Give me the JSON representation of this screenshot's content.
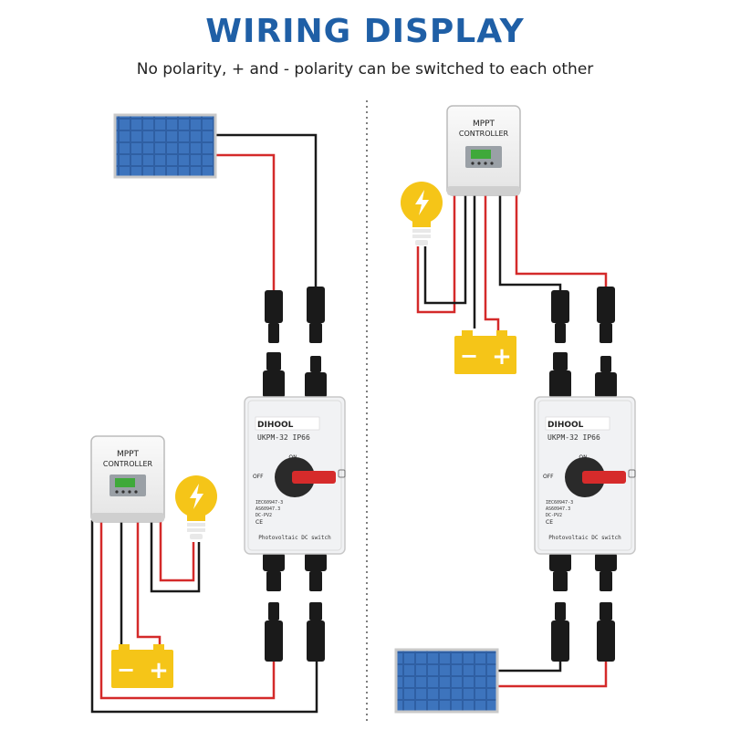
{
  "header": {
    "title": "WIRING DISPLAY",
    "subtitle": "No polarity, + and - polarity can be switched to each other"
  },
  "controller": {
    "line1": "MPPT",
    "line2": "CONTROLLER"
  },
  "dc_switch": {
    "brand": "DIHOOL",
    "model": "UKPM-32  IP66",
    "on_label": "ON",
    "off_label": "OFF",
    "standards": [
      "IEC60947-3",
      "AS60947.3",
      "DC-PV2"
    ],
    "ce_mark": "CE",
    "footer": "Photovoltaic DC switch"
  },
  "battery": {
    "minus": "−",
    "plus": "+"
  },
  "colors": {
    "title": "#1f5fa6",
    "red_wire": "#d42a2a",
    "black_wire": "#1a1a1a",
    "battery": "#f5c518",
    "bulb": "#f5c518",
    "handle": "#d62b2b",
    "panel": "#2f5fa3"
  }
}
